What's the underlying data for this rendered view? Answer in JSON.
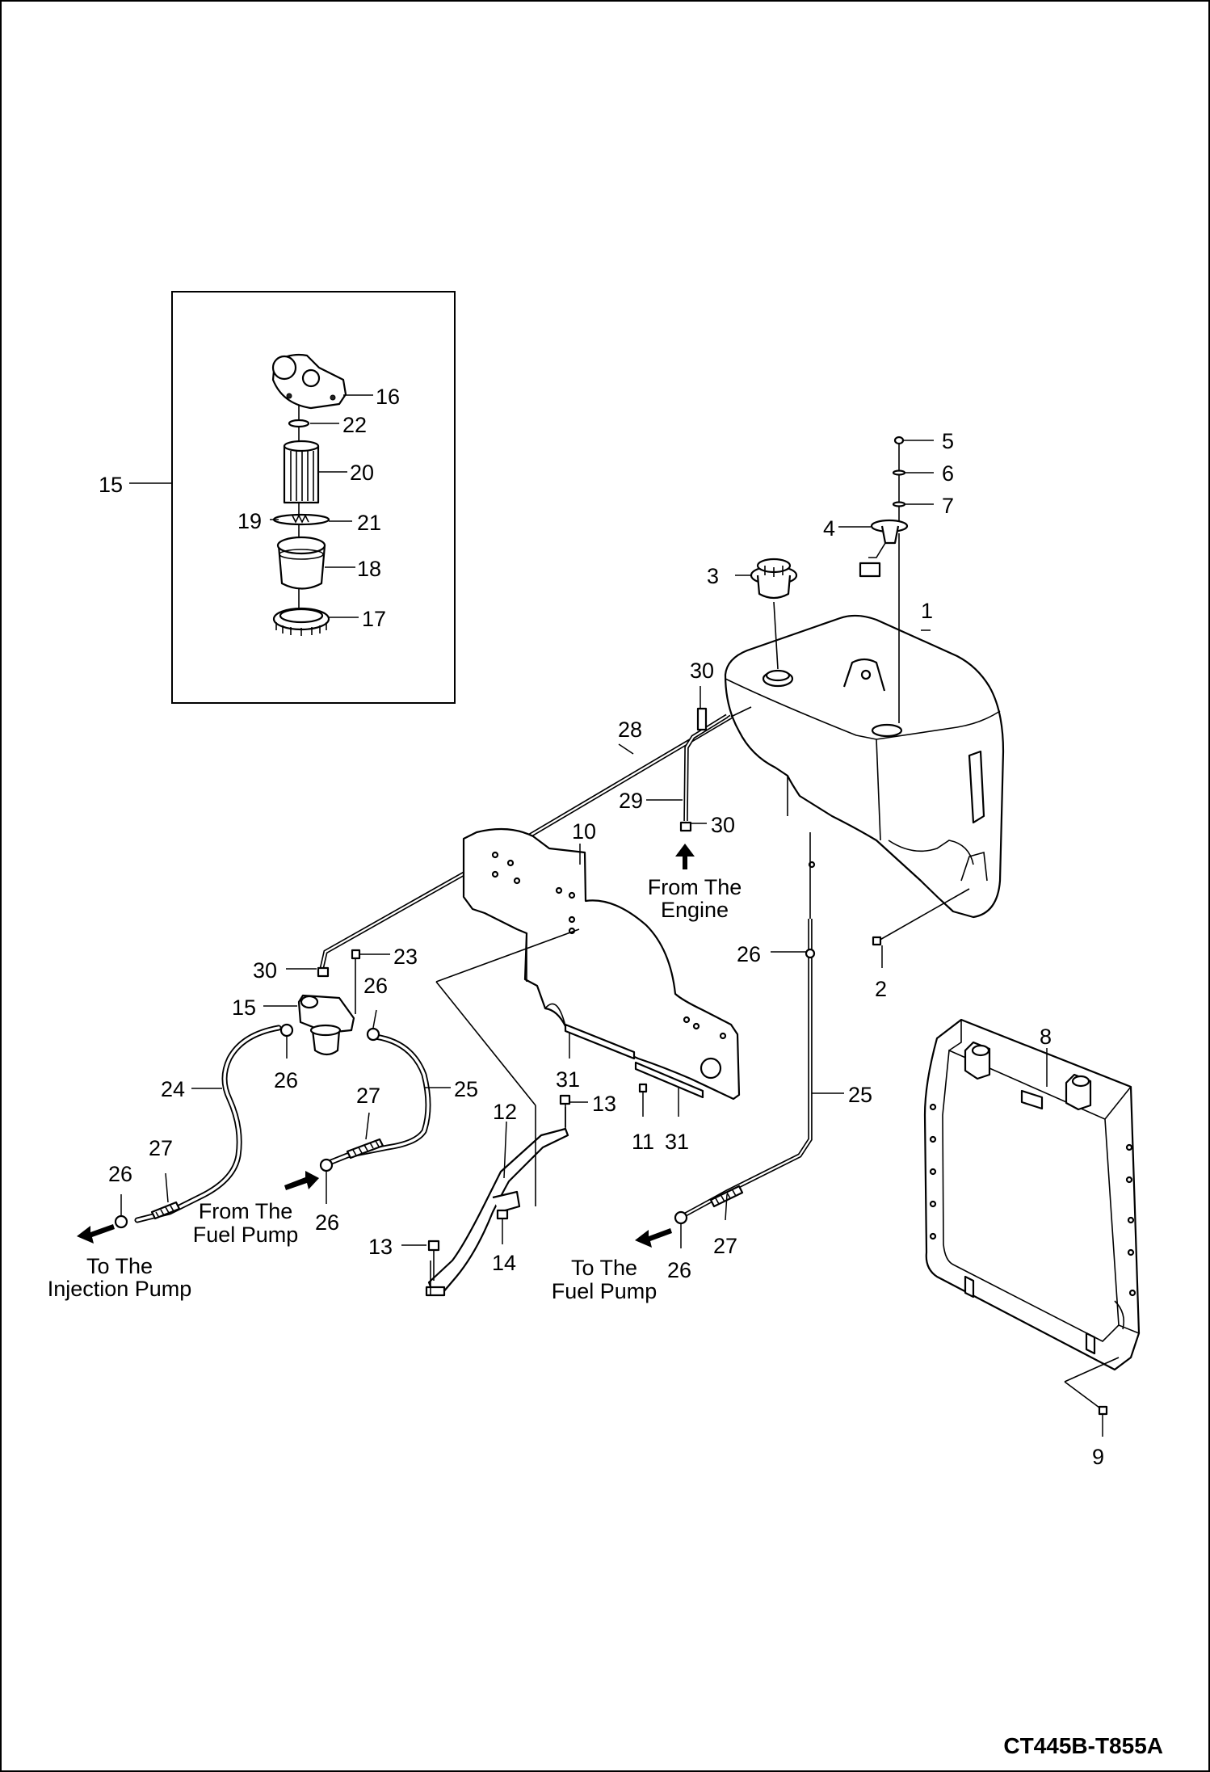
{
  "drawing": {
    "code": "CT445B-T855A"
  },
  "callouts": [
    {
      "id": "c1",
      "text": "1"
    },
    {
      "id": "c2",
      "text": "2"
    },
    {
      "id": "c3",
      "text": "3"
    },
    {
      "id": "c4",
      "text": "4"
    },
    {
      "id": "c5",
      "text": "5"
    },
    {
      "id": "c6",
      "text": "6"
    },
    {
      "id": "c7",
      "text": "7"
    },
    {
      "id": "c8",
      "text": "8"
    },
    {
      "id": "c9",
      "text": "9"
    },
    {
      "id": "c10",
      "text": "10"
    },
    {
      "id": "c11",
      "text": "11"
    },
    {
      "id": "c12",
      "text": "12"
    },
    {
      "id": "c13a",
      "text": "13"
    },
    {
      "id": "c13b",
      "text": "13"
    },
    {
      "id": "c14",
      "text": "14"
    },
    {
      "id": "c15a",
      "text": "15"
    },
    {
      "id": "c15b",
      "text": "15"
    },
    {
      "id": "c16",
      "text": "16"
    },
    {
      "id": "c17",
      "text": "17"
    },
    {
      "id": "c18",
      "text": "18"
    },
    {
      "id": "c19",
      "text": "19"
    },
    {
      "id": "c20",
      "text": "20"
    },
    {
      "id": "c21",
      "text": "21"
    },
    {
      "id": "c22",
      "text": "22"
    },
    {
      "id": "c23",
      "text": "23"
    },
    {
      "id": "c24",
      "text": "24"
    },
    {
      "id": "c25a",
      "text": "25"
    },
    {
      "id": "c25b",
      "text": "25"
    },
    {
      "id": "c26a",
      "text": "26"
    },
    {
      "id": "c26b",
      "text": "26"
    },
    {
      "id": "c26c",
      "text": "26"
    },
    {
      "id": "c26d",
      "text": "26"
    },
    {
      "id": "c26e",
      "text": "26"
    },
    {
      "id": "c26f",
      "text": "26"
    },
    {
      "id": "c27a",
      "text": "27"
    },
    {
      "id": "c27b",
      "text": "27"
    },
    {
      "id": "c27c",
      "text": "27"
    },
    {
      "id": "c28",
      "text": "28"
    },
    {
      "id": "c29",
      "text": "29"
    },
    {
      "id": "c30a",
      "text": "30"
    },
    {
      "id": "c30b",
      "text": "30"
    },
    {
      "id": "c30c",
      "text": "30"
    },
    {
      "id": "c31a",
      "text": "31"
    },
    {
      "id": "c31b",
      "text": "31"
    }
  ],
  "flow_labels": {
    "from_engine": {
      "line1": "From The",
      "line2": "Engine"
    },
    "from_fuel_pump": {
      "line1": "From The",
      "line2": "Fuel Pump"
    },
    "to_injection_pump": {
      "line1": "To The",
      "line2": "Injection Pump"
    },
    "to_fuel_pump": {
      "line1": "To The",
      "line2": "Fuel Pump"
    }
  }
}
